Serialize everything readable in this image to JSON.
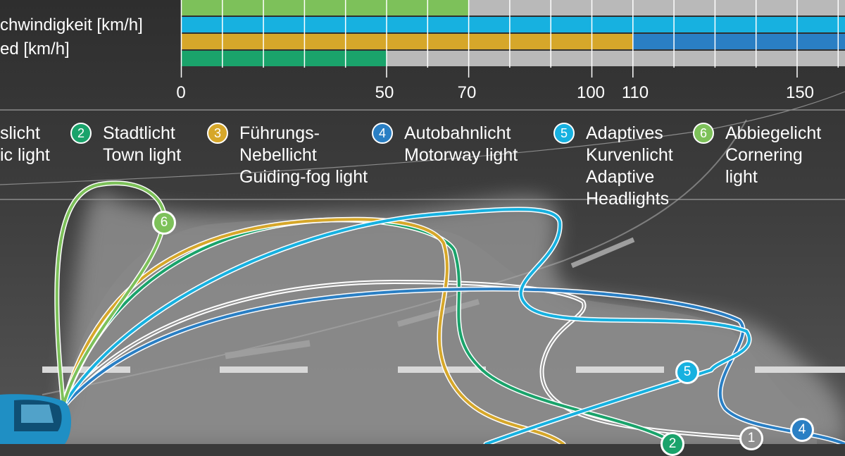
{
  "speed_axis": {
    "row_labels": [
      "chwindigkeit [km/h]",
      "ed [km/h]"
    ],
    "ticks": [
      "0",
      "50",
      "70",
      "100",
      "110",
      "150"
    ],
    "rows": [
      {
        "legend_number": "6",
        "active_until_kmh": 70
      },
      {
        "legend_number": "5",
        "active_until_kmh": 165
      },
      {
        "legend_number": "3",
        "active_until_kmh": 110,
        "then_legend_number": "4"
      },
      {
        "legend_number": "2",
        "active_until_kmh": 50
      }
    ]
  },
  "legend": [
    {
      "number": "",
      "color": "#ffffff",
      "lines": [
        "slicht",
        "ic light"
      ]
    },
    {
      "number": "2",
      "color": "#1aa36b",
      "lines": [
        "Stadtlicht",
        "Town light"
      ]
    },
    {
      "number": "3",
      "color": "#d6a72a",
      "lines": [
        "Führungs-",
        "Nebellicht",
        "Guiding-fog light"
      ]
    },
    {
      "number": "4",
      "color": "#2a7fc4",
      "lines": [
        "Autobahnlicht",
        "Motorway light"
      ]
    },
    {
      "number": "5",
      "color": "#17b1e0",
      "lines": [
        "Adaptives",
        "Kurvenlicht",
        "Adaptive",
        "Headlights"
      ]
    },
    {
      "number": "6",
      "color": "#7dc15a",
      "lines": [
        "Abbiegelicht",
        "Cornering",
        "light"
      ]
    }
  ],
  "beam_badges": [
    {
      "number": "6",
      "color": "#7dc15a"
    },
    {
      "number": "5",
      "color": "#17b1e0"
    },
    {
      "number": "1",
      "color": "#8f8f8f"
    },
    {
      "number": "4",
      "color": "#2a7fc4"
    },
    {
      "number": "2",
      "color": "#1aa36b"
    }
  ],
  "colors": {
    "motorway": "#2a7fc4",
    "adaptive": "#17b1e0",
    "cornering": "#7dc15a",
    "inactive": "#b9b9b9"
  }
}
